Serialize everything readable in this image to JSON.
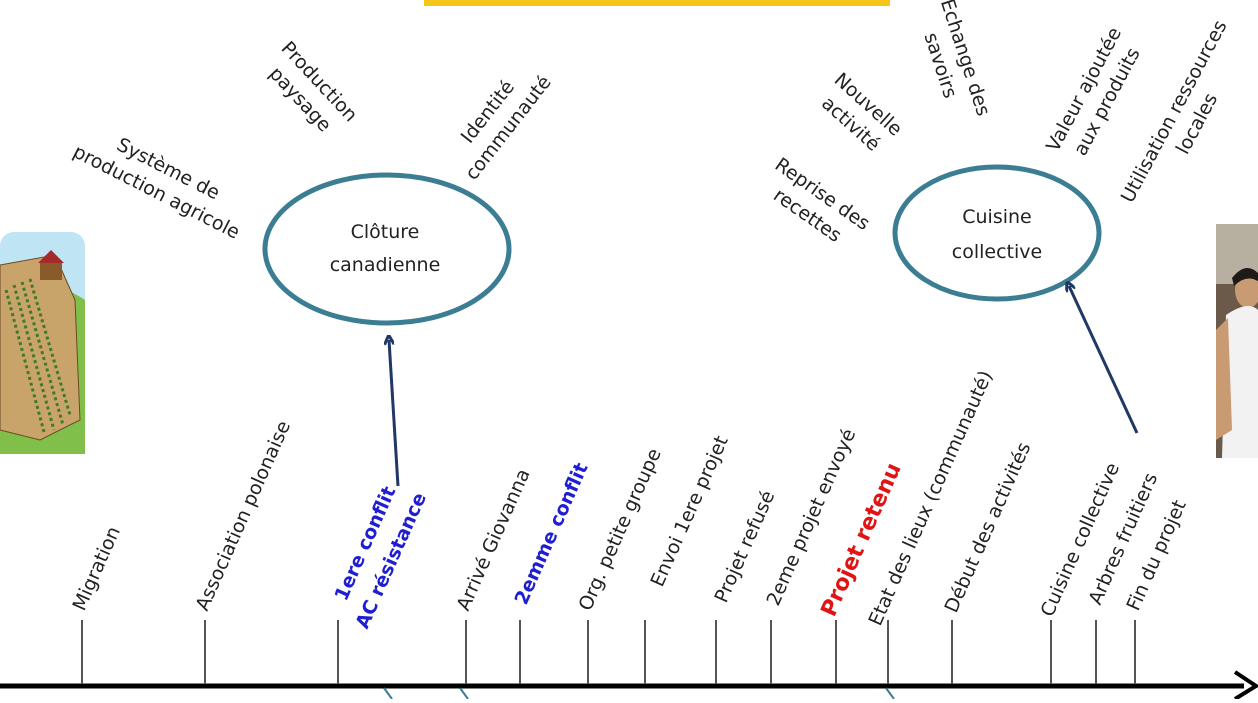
{
  "colors": {
    "banner": "#f5c518",
    "ellipse": "#3b7d93",
    "arrow": "#1f3864",
    "axis": "#000000",
    "text": "#222222",
    "conflict": "#1f1fd1",
    "highlight": "#e01414"
  },
  "hubs": {
    "cloture": {
      "line1": "Clôture",
      "line2": "canadienne"
    },
    "cuisine": {
      "line1": "Cuisine",
      "line2": "collective"
    }
  },
  "spokes": {
    "systeme_l1": "Système de",
    "systeme_l2": "production agricole",
    "production_l1": "Production",
    "production_l2": "paysage",
    "identite_l1": "Identité",
    "identite_l2": "communauté",
    "reprise_l1": "Reprise des",
    "reprise_l2": "recettes",
    "nouvelle_l1": "Nouvelle",
    "nouvelle_l2": "activité",
    "echange_l1": "Echange des",
    "echange_l2": "savoirs",
    "valeur_l1": "Valeur ajoutée",
    "valeur_l2": "aux produits",
    "utilisation_l1": "Utilisation ressources",
    "utilisation_l2": "locales"
  },
  "events": {
    "migration": "Migration",
    "association": "Association polonaise",
    "conflit1_l1": "1ere conflit",
    "conflit1_l2": "AC résistance",
    "giovanna": "Arrivé Giovanna",
    "conflit2": "2emme conflit",
    "petite_groupe": "Org. petite groupe",
    "envoi": "Envoi 1ere projet",
    "refuse": "Projet refusé",
    "envoye": "2eme projet envoyé",
    "retenu": "Projet retenu",
    "etat": "Etat des lieux (communauté)",
    "debut": "Début des activités",
    "cuisine": "Cuisine collective",
    "arbres": "Arbres fruitiers",
    "fin": "Fin du projet"
  },
  "images": {
    "left": "farm-field-illustration",
    "right": "woman-in-kitchen-photo"
  }
}
